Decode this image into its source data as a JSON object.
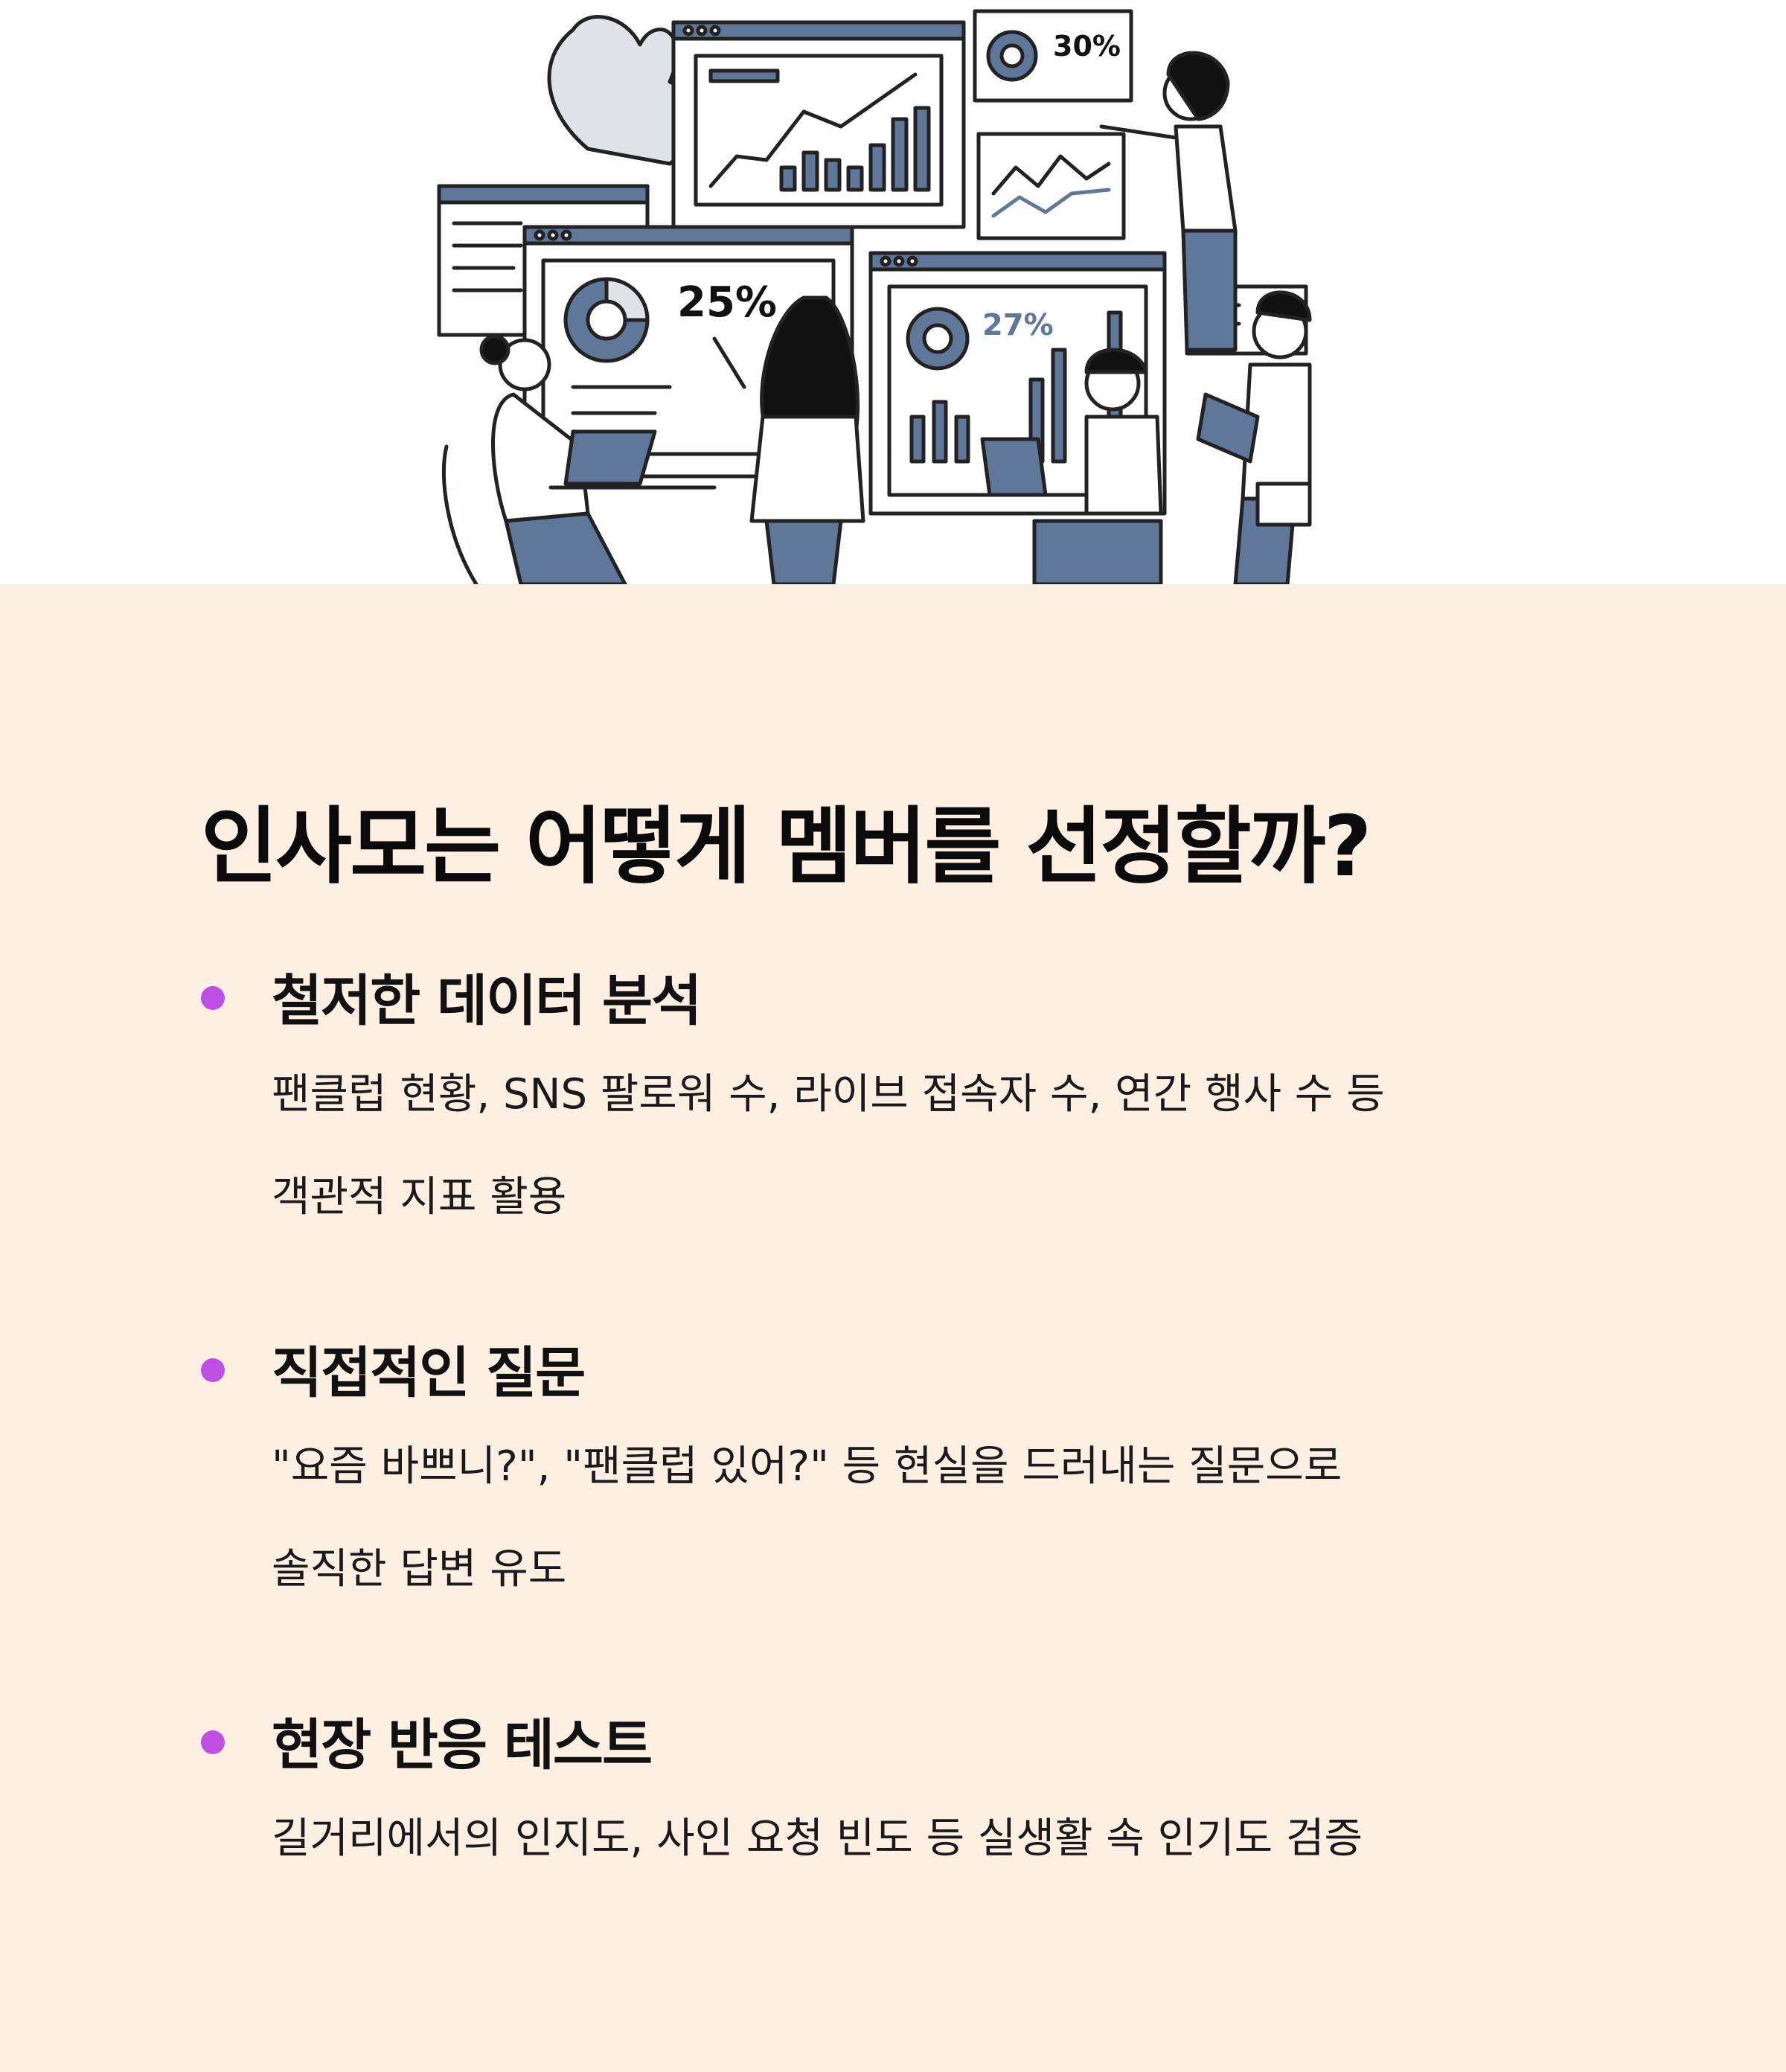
{
  "illustration": {
    "chart_labels": [
      "30%",
      "25%",
      "27%"
    ]
  },
  "title": "인사모는 어떻게 멤버를 선정할까?",
  "sections": [
    {
      "heading": "철저한 데이터 분석",
      "lines": [
        "팬클럽 현황, SNS 팔로워 수, 라이브 접속자 수, 연간 행사 수 등",
        "객관적 지표 활용"
      ]
    },
    {
      "heading": "직접적인 질문",
      "lines": [
        "\"요즘 바쁘니?\", \"팬클럽 있어?\" 등 현실을 드러내는 질문으로",
        "솔직한 답변 유도"
      ]
    },
    {
      "heading": "현장 반응 테스트",
      "lines": [
        "길거리에서의 인지도, 사인 요청 빈도 등 실생활 속 인기도 검증"
      ]
    }
  ],
  "colors": {
    "background": "#fdefe2",
    "bullet": "#bf4ee2",
    "illustration_accent": "#5f7799"
  }
}
